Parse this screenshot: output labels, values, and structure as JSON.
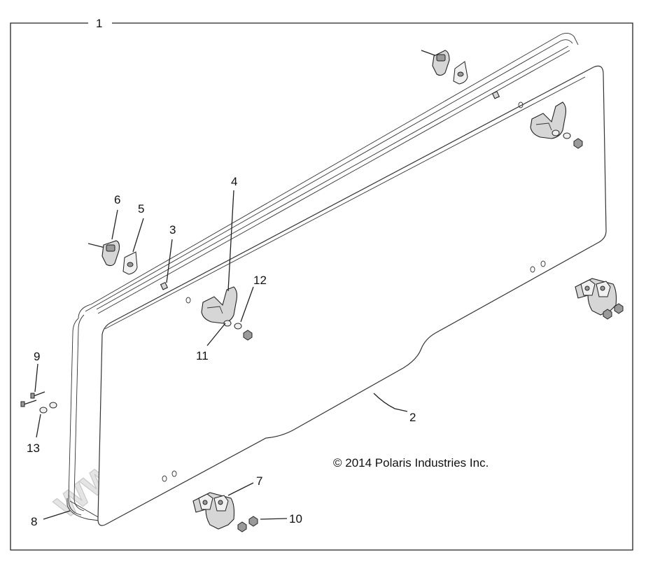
{
  "diagram": {
    "watermark": "www.polarisersatzteile.de",
    "copyright": "© 2014 Polaris Industries Inc.",
    "callouts": {
      "c1": "1",
      "c2": "2",
      "c3": "3",
      "c4": "4",
      "c5": "5",
      "c6": "6",
      "c7": "7",
      "c8": "8",
      "c9": "9",
      "c10": "10",
      "c11": "11",
      "c12": "12",
      "c13": "13"
    }
  }
}
